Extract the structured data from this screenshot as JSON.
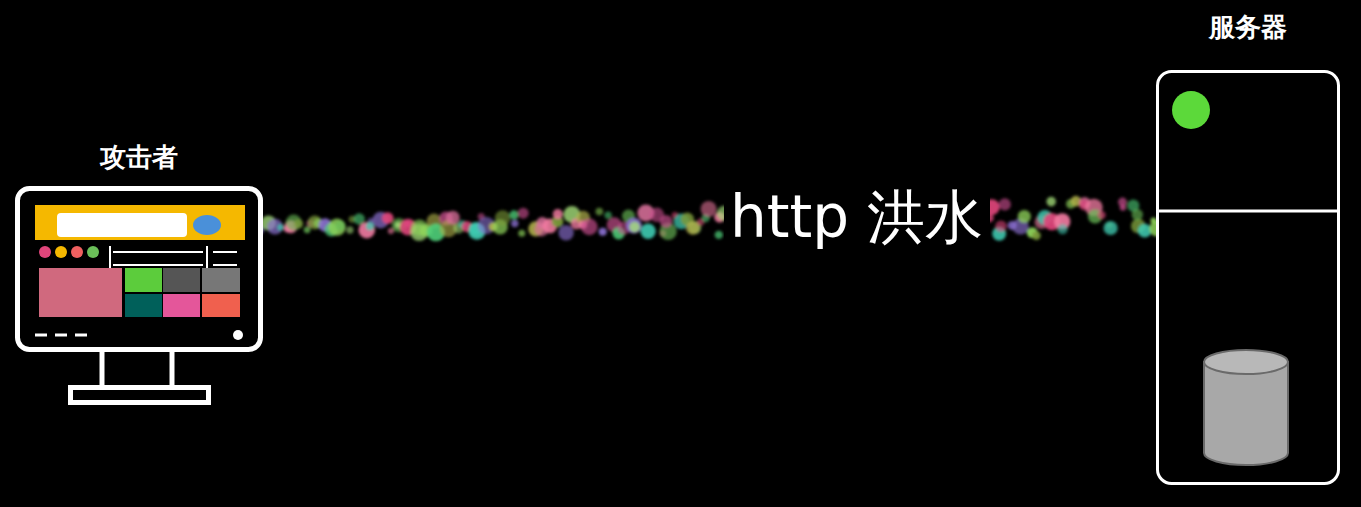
{
  "diagram": {
    "nodes": [
      {
        "text": [
          "攻击者"
        ]
      },
      {
        "text": [
          "服务器"
        ]
      }
    ],
    "edges": [
      {
        "from": 0,
        "to": 1,
        "label": "http 洪水",
        "arrow": "none"
      }
    ]
  }
}
